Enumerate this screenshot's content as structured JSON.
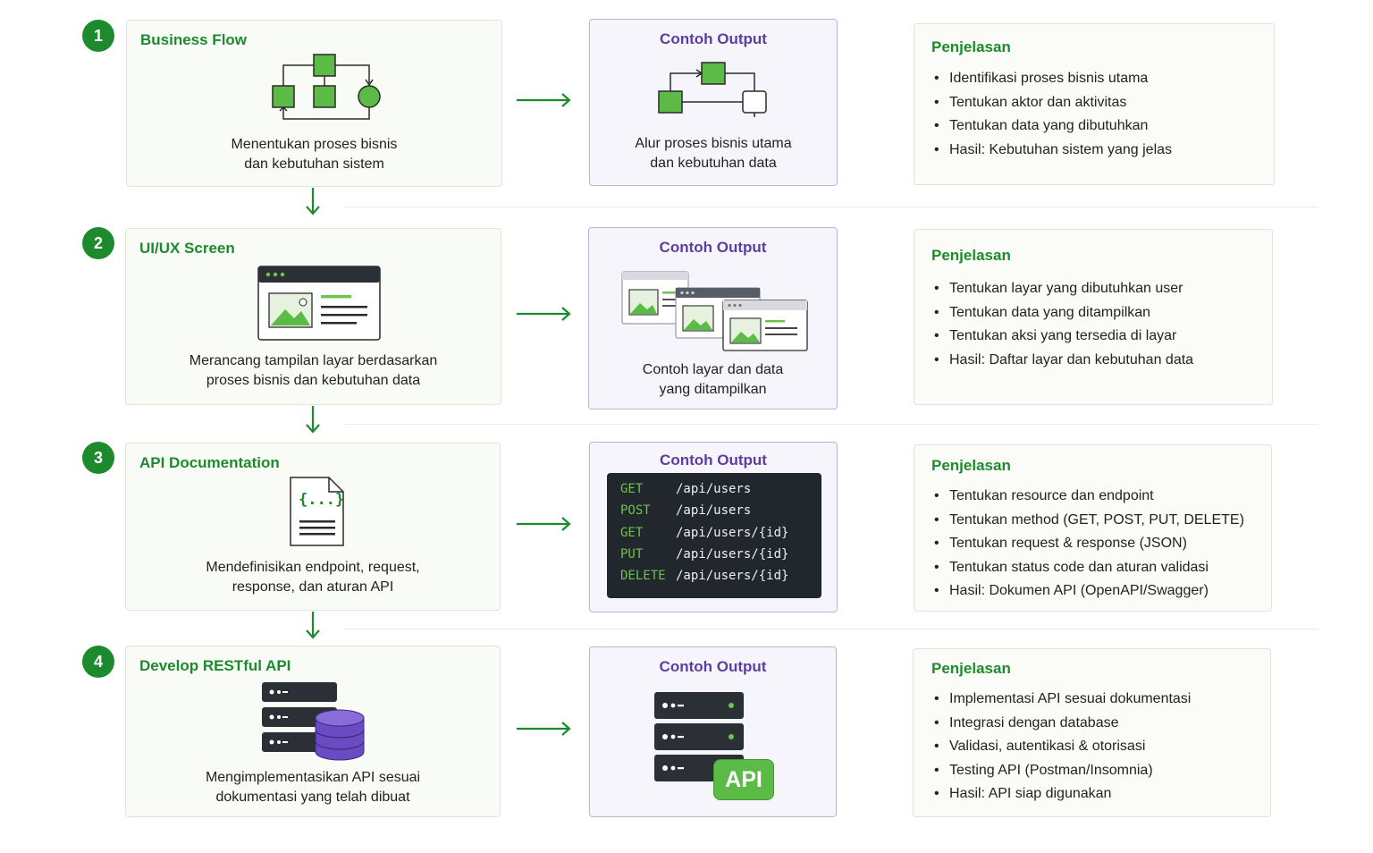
{
  "steps": [
    {
      "number": "1",
      "title": "Business Flow",
      "desc": [
        "Menentukan proses bisnis",
        "dan kebutuhan sistem"
      ],
      "output_title": "Contoh Output",
      "output_desc": [
        "Alur proses bisnis utama",
        "dan kebutuhan data"
      ],
      "exp_title": "Penjelasan",
      "exp_items": [
        "Identifikasi proses bisnis utama",
        "Tentukan aktor dan aktivitas",
        "Tentukan data yang dibutuhkan",
        "Hasil: Kebutuhan sistem yang jelas"
      ]
    },
    {
      "number": "2",
      "title": "UI/UX Screen",
      "desc": [
        "Merancang tampilan layar berdasarkan",
        "proses bisnis dan kebutuhan data"
      ],
      "output_title": "Contoh Output",
      "output_desc": [
        "Contoh layar dan data",
        "yang ditampilkan"
      ],
      "exp_title": "Penjelasan",
      "exp_items": [
        "Tentukan layar yang dibutuhkan user",
        "Tentukan data yang ditampilkan",
        "Tentukan aksi yang tersedia di layar",
        "Hasil: Daftar layar dan kebutuhan data"
      ]
    },
    {
      "number": "3",
      "title": "API Documentation",
      "desc": [
        "Mendefinisikan endpoint, request,",
        "response, dan aturan API"
      ],
      "output_title": "Contoh Output",
      "icon_text": "{...}",
      "code": [
        {
          "method": "GET",
          "path": "/api/users"
        },
        {
          "method": "POST",
          "path": "/api/users"
        },
        {
          "method": "GET",
          "path": "/api/users/{id}"
        },
        {
          "method": "PUT",
          "path": "/api/users/{id}"
        },
        {
          "method": "DELETE",
          "path": "/api/users/{id}"
        }
      ],
      "exp_title": "Penjelasan",
      "exp_items": [
        "Tentukan resource dan endpoint",
        "Tentukan method (GET, POST, PUT, DELETE)",
        "Tentukan request & response (JSON)",
        "Tentukan status code dan aturan validasi",
        "Hasil: Dokumen API (OpenAPI/Swagger)"
      ]
    },
    {
      "number": "4",
      "title": "Develop RESTful API",
      "desc": [
        "Mengimplementasikan API sesuai",
        "dokumentasi yang telah dibuat"
      ],
      "output_title": "Contoh Output",
      "badge": "API",
      "exp_title": "Penjelasan",
      "exp_items": [
        "Implementasi API sesuai dokumentasi",
        "Integrasi dengan database",
        "Validasi, autentikasi & otorisasi",
        "Testing API (Postman/Insomnia)",
        "Hasil: API siap digunakan"
      ]
    }
  ],
  "colors": {
    "green": "#1e8a2e",
    "light_green": "#6cc34f",
    "purple": "#5a3fa0",
    "dark": "#2b2f36",
    "db_purple": "#6a4bc4"
  }
}
